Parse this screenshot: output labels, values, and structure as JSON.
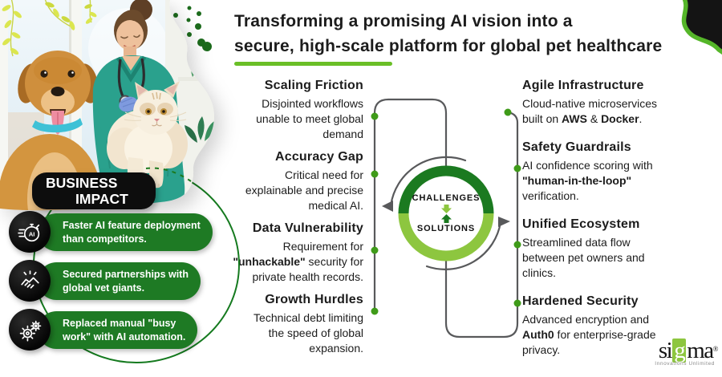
{
  "title": {
    "line1": "Transforming a promising AI vision into a",
    "line2": "secure, high-scale platform for global pet healthcare"
  },
  "business_impact": {
    "label_line1": "BUSINESS",
    "label_line2": "IMPACT",
    "items": [
      {
        "icon": "stopwatch-ai-icon",
        "text": "Faster AI feature deployment\nthan competitors."
      },
      {
        "icon": "handshake-icon",
        "text": "Secured partnerships with\nglobal vet giants."
      },
      {
        "icon": "gears-icon",
        "text": "Replaced manual \"busy\nwork\" with AI automation."
      }
    ]
  },
  "challenges": {
    "items": [
      {
        "title": "Scaling Friction",
        "body": "Disjointed workflows\nunable to meet global\ndemand"
      },
      {
        "title": "Accuracy Gap",
        "body": "Critical need for\nexplainable and precise\nmedical AI."
      },
      {
        "title": "Data Vulnerability",
        "body": "Requirement for\n**\"unhackable\"** security for\nprivate health records."
      },
      {
        "title": "Growth Hurdles",
        "body": "Technical debt limiting\nthe speed of global\nexpansion."
      }
    ]
  },
  "solutions": {
    "items": [
      {
        "title": "Agile Infrastructure",
        "body": "Cloud-native microservices\nbuilt on **AWS** & **Docker**."
      },
      {
        "title": "Safety Guardrails",
        "body": "AI confidence scoring with\n**\"human-in-the-loop\"**\nverification."
      },
      {
        "title": "Unified Ecosystem",
        "body": "Streamlined data flow\nbetween pet owners and\nclinics."
      },
      {
        "title": "Hardened Security",
        "body": "Advanced encryption and\n**Auth0** for enterprise-grade\nprivacy."
      }
    ]
  },
  "center": {
    "top_label": "CHALLENGES",
    "bottom_label": "SOLUTIONS"
  },
  "logo": {
    "part1": "si",
    "part2": "g",
    "part3": "ma",
    "reg": "®",
    "tagline": "Innovations Unlimited"
  },
  "colors": {
    "dark_green": "#1b7a20",
    "light_green": "#8dc63f",
    "pill_green": "#1e7a24",
    "connector_gray": "#58595b",
    "dot_green": "#3f9b19",
    "underline_green": "#6abf27"
  }
}
